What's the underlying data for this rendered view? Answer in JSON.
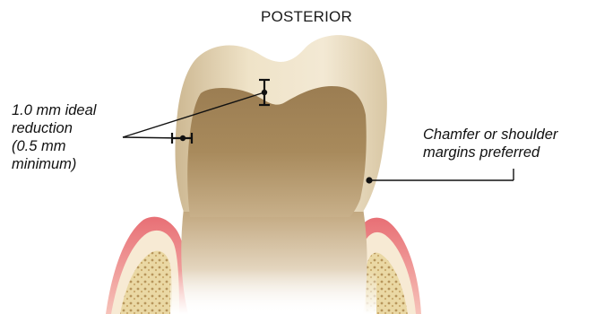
{
  "title": "POSTERIOR",
  "annotations": {
    "reduction": {
      "lines": [
        "1.0 mm ideal",
        "reduction",
        "(0.5 mm",
        "minimum)"
      ]
    },
    "margins": {
      "lines": [
        "Chamfer or shoulder",
        "margins preferred"
      ]
    }
  },
  "colors": {
    "enamel": "#e8d7b9",
    "dentin": "#a88a5c",
    "gum": "#e77b7d",
    "bone": "#e9d7a3"
  }
}
